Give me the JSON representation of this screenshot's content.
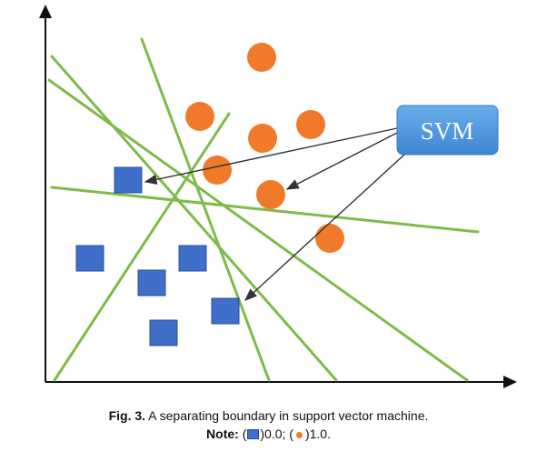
{
  "figure": {
    "svm_label": "SVM",
    "colors": {
      "axis": "#111111",
      "boundary_line": "#7dbb4a",
      "square": "#3f6fc8",
      "square_border": "#2a4f9a",
      "circle": "#f07a2a",
      "svm_box": "#4f95dc",
      "svm_box_border": "#3a78c0",
      "arrow": "#333333"
    }
  },
  "caption": {
    "fig_label": "Fig. 3.",
    "fig_text": " A separating boundary in support vector machine.",
    "note_label": "Note:",
    "note_open1": " (",
    "note_class0": ")0.0; (",
    "note_class1": ")1.0."
  }
}
